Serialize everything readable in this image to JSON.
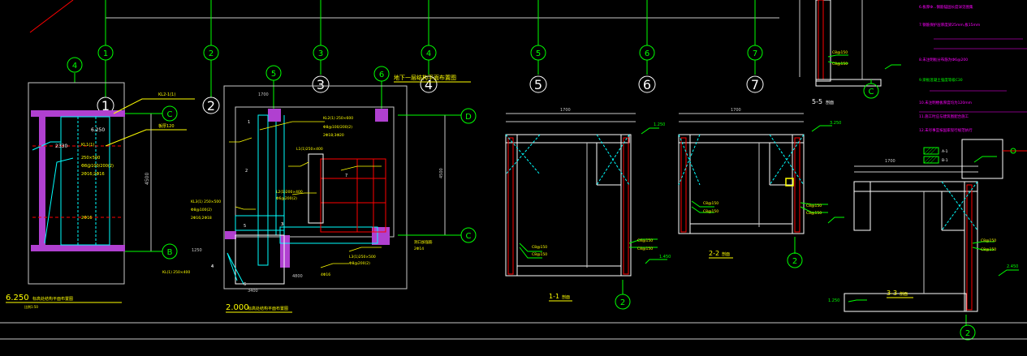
{
  "grid_top": {
    "labels": [
      "1",
      "2",
      "3",
      "4",
      "5",
      "6",
      "7"
    ]
  },
  "grid_big": {
    "labels": [
      "1",
      "2",
      "3",
      "4",
      "5",
      "6",
      "7"
    ]
  },
  "left_detail": {
    "bubble_top": "4",
    "bubble_c": "C",
    "bubble_b": "B",
    "dim_6250": "6.250",
    "dim_2330": "2330",
    "title": "6.250",
    "title_cn": "标高处结构平面布置图",
    "sub": "比例1:50"
  },
  "center_plan": {
    "bubble_5": "5",
    "bubble_6": "6",
    "bubble_d": "D",
    "bubble_c": "C",
    "title": "2.000",
    "title_cn": "标高处结构平面布置图",
    "top_title": "地下一层结构平面布置图",
    "dim_1": "3400",
    "dim_2": "4800",
    "dim_3": "1700",
    "dim_4": "1250",
    "label_3": "3",
    "label_4": "4"
  },
  "sections": [
    {
      "name": "1-1",
      "suffix": "剖面",
      "bubble": "2",
      "dim_top": "1700",
      "level": "1.250",
      "level2": "1.450"
    },
    {
      "name": "2-2",
      "suffix": "剖面",
      "bubble": "2",
      "dim_top": "1700",
      "level": "3.250"
    },
    {
      "name": "3-3",
      "suffix": "剖面",
      "bubble": "2",
      "dim_top": "1700",
      "level": "1.250",
      "level2": "2.450"
    },
    {
      "name": "5-5",
      "suffix": "剖面",
      "bubble": "C"
    }
  ],
  "notes": {
    "lines": [
      "6.板厚Ф...钢筋锚固长度详见图集",
      "7.钢筋保护层厚度梁25mm,板15mm",
      "8.未注明板分布筋为Ф6@200",
      "9.梁板混凝土强度等级C30",
      "10.未注明楼板厚度均为120mm",
      "11.施工时应与建筑图配合施工",
      "12.未尽事宜按国家现行规范执行"
    ],
    "legend_a": "A-1",
    "legend_b": "B-1"
  },
  "colors": {
    "bg": "#000000",
    "grid": "#00ff00",
    "wall": "#ffffff",
    "dim": "#c8c8c8",
    "text_y": "#ffff00",
    "cyan": "#00ffff",
    "red": "#ff0000",
    "magenta": "#ff00ff",
    "violet": "#b080ff"
  }
}
